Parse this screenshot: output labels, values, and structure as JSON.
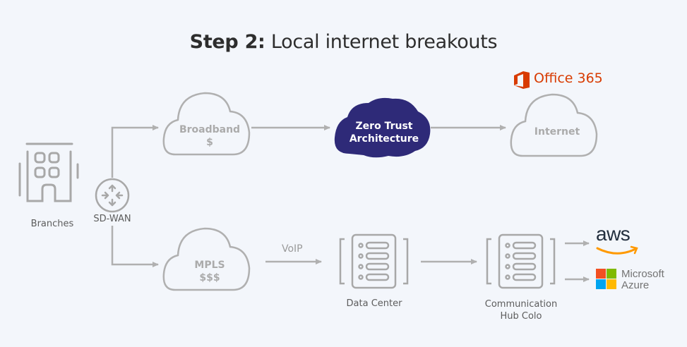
{
  "title": {
    "bold": "Step 2:",
    "rest": " Local internet breakouts"
  },
  "nodes": {
    "branches": {
      "label": "Branches",
      "icon": "building-icon"
    },
    "sdwan": {
      "label": "SD-WAN",
      "icon": "router-icon"
    },
    "broadband": {
      "line1": "Broadband",
      "line2": "$"
    },
    "zero_trust": {
      "line1": "Zero Trust",
      "line2": "Architecture"
    },
    "internet": {
      "label": "Internet"
    },
    "office365": {
      "label": "Office 365"
    },
    "mpls": {
      "line1": "MPLS",
      "line2": "$$$"
    },
    "voip": {
      "label": "VoIP"
    },
    "data_center": {
      "label": "Data Center"
    },
    "hub": {
      "line1": "Communication",
      "line2": "Hub Colo"
    },
    "aws": {
      "label": "aws"
    },
    "azure": {
      "line1": "Microsoft",
      "line2": "Azure"
    }
  },
  "colors": {
    "background": "#f3f6fb",
    "line": "#b0b0b0",
    "zero_trust": "#2e2a78",
    "office": "#d83b01",
    "aws_orange": "#ff9900",
    "ms_red": "#f25022",
    "ms_green": "#7fba00",
    "ms_blue": "#00a4ef",
    "ms_yellow": "#ffb900"
  }
}
